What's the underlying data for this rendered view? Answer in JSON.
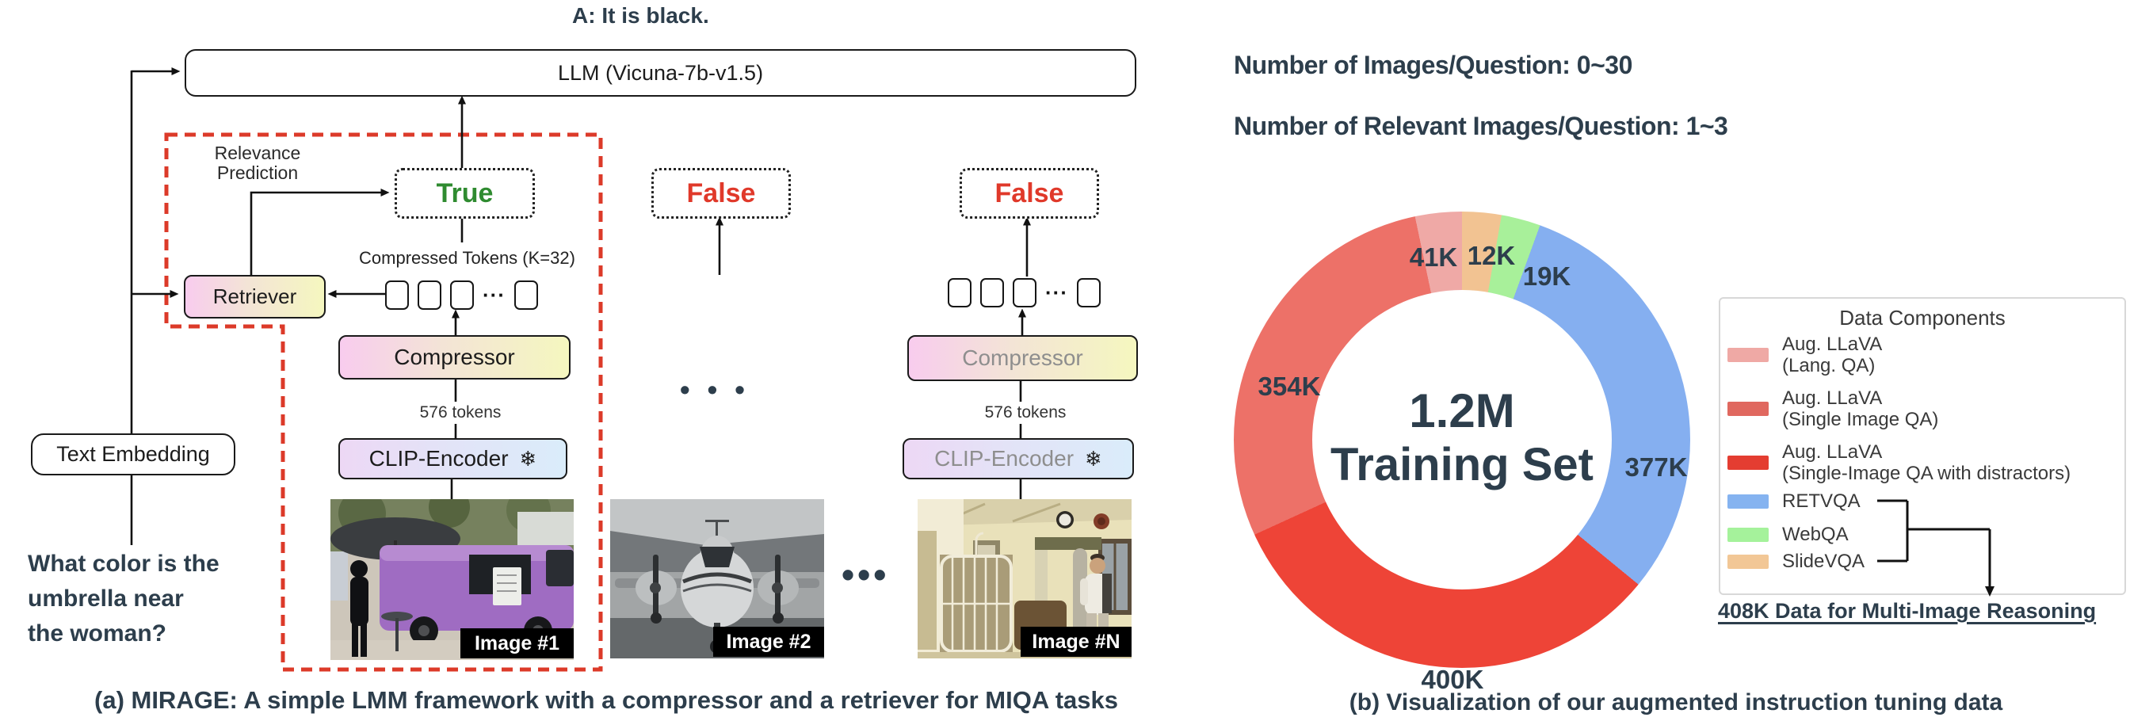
{
  "a": {
    "answer": "A: It is black.",
    "llm": "LLM (Vicuna-7b-v1.5)",
    "relevance1": "Relevance",
    "relevance2": "Prediction",
    "true_label": "True",
    "false_label": "False",
    "compressed_tokens": "Compressed Tokens (K=32)",
    "retriever": "Retriever",
    "compressor": "Compressor",
    "tokens576": "576 tokens",
    "clip": "CLIP-Encoder",
    "snowflake": "❄",
    "token_dots": "···",
    "ellipsis_mid": "• • •",
    "ellipsis_images": "•••",
    "text_embedding": "Text Embedding",
    "question_lines": [
      "What color is the",
      "umbrella near",
      "the woman?"
    ],
    "image_labels": [
      "Image #1",
      "Image #2",
      "Image #N"
    ],
    "caption": "(a) MIRAGE: A simple LMM framework with a compressor and a retriever for MIQA tasks"
  },
  "b": {
    "header1": "Number of Images/Question: 0~30",
    "header2": "Number of Relevant Images/Question: 1~3",
    "center1": "1.2M",
    "center2": "Training Set",
    "legend_title": "Data Components",
    "legend": [
      {
        "color": "#efa9a5",
        "line1": "Aug. LLaVA",
        "line2": "(Lang. QA)"
      },
      {
        "color": "#e0685f",
        "line1": "Aug. LLaVA",
        "line2": "(Single Image QA)"
      },
      {
        "color": "#e43d31",
        "line1": "Aug. LLaVA",
        "line2": "(Single-Image QA with distractors)"
      },
      {
        "color": "#85b3f0",
        "line1": "RETVQA",
        "line2": ""
      },
      {
        "color": "#a5f29b",
        "line1": "WebQA",
        "line2": ""
      },
      {
        "color": "#f2c796",
        "line1": "SlideVQA",
        "line2": ""
      }
    ],
    "annotation": "408K Data for Multi-Image Reasoning",
    "caption": "(b) Visualization of our augmented instruction tuning data"
  },
  "chart_data": {
    "type": "pie",
    "subtype": "donut",
    "title": "1.2M Training Set",
    "units": "K samples",
    "start": "12 o'clock, clockwise",
    "legend_position": "right",
    "segments": [
      {
        "component": "SlideVQA",
        "label": "12K",
        "value": 12,
        "color": "#f2c392"
      },
      {
        "component": "WebQA",
        "label": "19K",
        "value": 19,
        "color": "#a8f09a"
      },
      {
        "component": "RETVQA",
        "label": "377K",
        "value": 377,
        "color": "#85aff0"
      },
      {
        "component": "Aug. LLaVA (Single-Image QA with distractors)",
        "label": "400K",
        "value": 400,
        "color": "#ee4437"
      },
      {
        "component": "Aug. LLaVA (Single Image QA)",
        "label": "354K",
        "value": 354,
        "color": "#ed7168"
      },
      {
        "component": "Aug. LLaVA (Lang. QA)",
        "label": "41K",
        "value": 41,
        "color": "#efa9a6"
      }
    ]
  }
}
